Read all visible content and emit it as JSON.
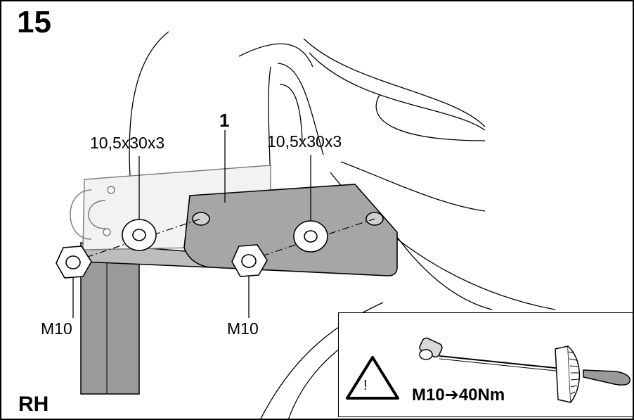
{
  "step_number": "15",
  "part_callout": "1",
  "washer_left": "10,5x30x3",
  "washer_right": "10,5x30x3",
  "nut_left": "M10",
  "nut_right": "M10",
  "side_label": "RH",
  "torque_spec": "M10➔40Nm",
  "warning_glyph": "!",
  "icons": [
    "warning-triangle-icon",
    "torque-wrench-icon"
  ],
  "colors": {
    "ink": "#000000",
    "bracket_fill": "#a6a6a6",
    "frame_fill": "#9a9a9a",
    "light_line": "#777777"
  }
}
